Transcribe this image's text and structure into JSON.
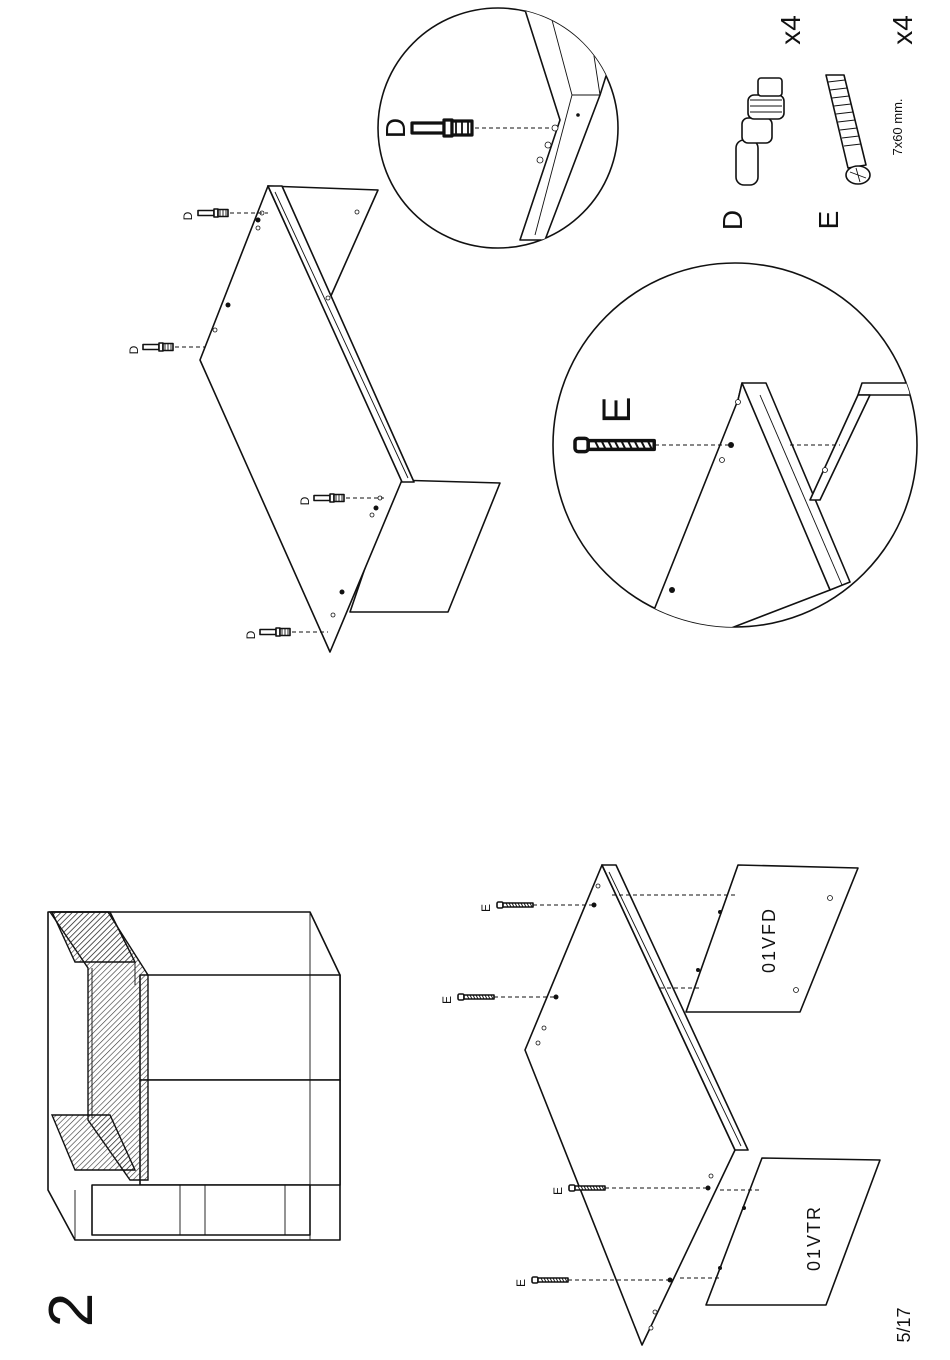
{
  "step": {
    "number": "2"
  },
  "page": {
    "number": "5/17"
  },
  "parts": [
    {
      "letter": "D",
      "qty": "x4",
      "icon": "cam-dowel-icon",
      "size": ""
    },
    {
      "letter": "E",
      "qty": "x4",
      "icon": "screw-icon",
      "size": "7x60 mm."
    }
  ],
  "panels": {
    "left_side": "01VTR",
    "right_side": "01VFD"
  },
  "labels": {
    "dowel": "D",
    "screw": "E"
  },
  "colors": {
    "line": "#111111",
    "background": "#ffffff",
    "hatch": "#333333"
  }
}
